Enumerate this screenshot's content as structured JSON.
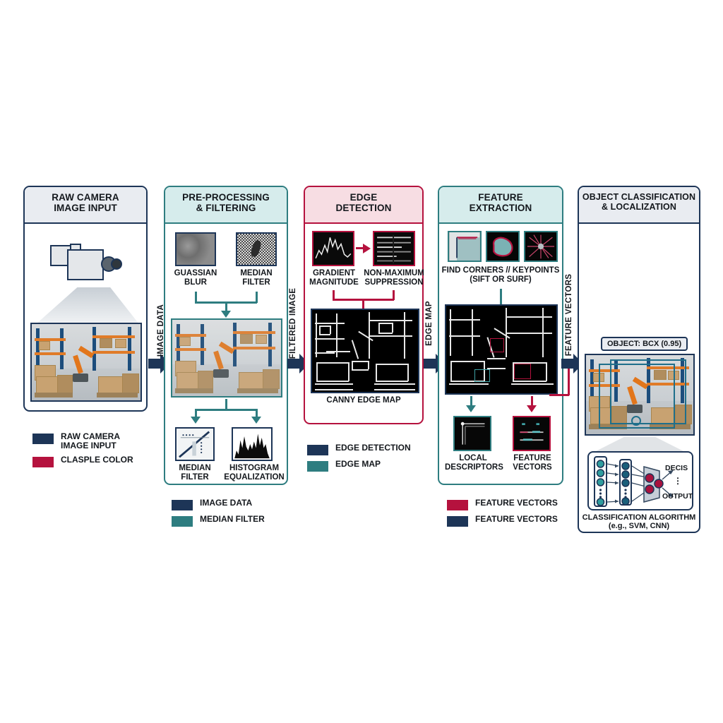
{
  "diagram": {
    "title": "Computer Vision Pipeline",
    "colors": {
      "navy": "#1d3557",
      "teal": "#2e7d80",
      "crimson": "#b5123e",
      "head_navy_bg": "#e9ecf1",
      "head_teal_bg": "#d6ecec",
      "head_crimson_bg": "#f7dde3"
    }
  },
  "stages": [
    {
      "id": "raw-camera",
      "title_line1": "RAW CAMERA",
      "title_line2": "IMAGE INPUT",
      "accent": "#1d3557"
    },
    {
      "id": "pre-processing",
      "title_line1": "PRE-PROCESSING",
      "title_line2": "& FILTERING",
      "accent": "#2e7d80",
      "top_thumbs": [
        {
          "label_line1": "GUASSIAN",
          "label_line2": "BLUR"
        },
        {
          "label_line1": "MEDIAN",
          "label_line2": "FILTER"
        }
      ],
      "bottom_thumbs": [
        {
          "label_line1": "MEDIAN",
          "label_line2": "FILTER"
        },
        {
          "label_line1": "HISTOGRAM",
          "label_line2": "EQUALIZATION"
        }
      ]
    },
    {
      "id": "edge-detection",
      "title_line1": "EDGE",
      "title_line2": "DETECTION",
      "accent": "#b5123e",
      "top_thumbs": [
        {
          "label_line1": "GRADIENT",
          "label_line2": "MAGNITUDE"
        },
        {
          "label_line1": "NON-MAXIMUM",
          "label_line2": "SUPPRESSION"
        }
      ],
      "main_caption": "CANNY EDGE MAP"
    },
    {
      "id": "feature-extraction",
      "title_line1": "FEATURE",
      "title_line2": "EXTRACTION",
      "accent": "#2e7d80",
      "top_caption_line1": "FIND CORNERS // KEYPOINTS",
      "top_caption_line2": "(SIFT OR SURF)",
      "bottom_thumbs": [
        {
          "label_line1": "LOCAL",
          "label_line2": "DESCRIPTORS"
        },
        {
          "label_line1": "FEATURE",
          "label_line2": "VECTORS"
        }
      ]
    },
    {
      "id": "object-classification",
      "title_line1": "OBJECT CLASSIFICATION",
      "title_line2": "& LOCALIZATION",
      "accent": "#1d3557",
      "detection_badge": "OBJECT: BCX (0.95)",
      "nn_labels": {
        "top": "DECIS",
        "dots": "⋮",
        "bottom": "OUTPUT"
      },
      "nn_caption_line1": "CLASSIFICATION ALGORITHM",
      "nn_caption_line2": "(e.g., SVM, CNN)"
    }
  ],
  "flow_labels": [
    {
      "id": "image-data",
      "text": "IMAGE DATA"
    },
    {
      "id": "filtered-image",
      "text": "FILTERED IMAGE"
    },
    {
      "id": "edge-map",
      "text": "EDGE MAP"
    },
    {
      "id": "feature-vectors",
      "text": "FEATURE VECTORS"
    }
  ],
  "legends": [
    {
      "id": "legend-left",
      "items": [
        {
          "color": "#1d3557",
          "line1": "RAW  CAMERA",
          "line2": "IMAGE INPUT"
        },
        {
          "color": "#b5123e",
          "line1": "CLASPLE COLOR",
          "line2": ""
        }
      ]
    },
    {
      "id": "legend-preprocessing",
      "items": [
        {
          "color": "#1d3557",
          "line1": "IMAGE DATA",
          "line2": ""
        },
        {
          "color": "#2e7d80",
          "line1": "MEDIAN FILTER",
          "line2": ""
        }
      ]
    },
    {
      "id": "legend-edge",
      "items": [
        {
          "color": "#1d3557",
          "line1": "EDGE DETECTION",
          "line2": ""
        },
        {
          "color": "#2e7d80",
          "line1": "EDGE  MAP",
          "line2": ""
        }
      ]
    },
    {
      "id": "legend-feature",
      "items": [
        {
          "color": "#b5123e",
          "line1": "FEATURE VECTORS",
          "line2": ""
        },
        {
          "color": "#1d3557",
          "line1": "FEATURE VECTORS",
          "line2": ""
        }
      ]
    }
  ]
}
